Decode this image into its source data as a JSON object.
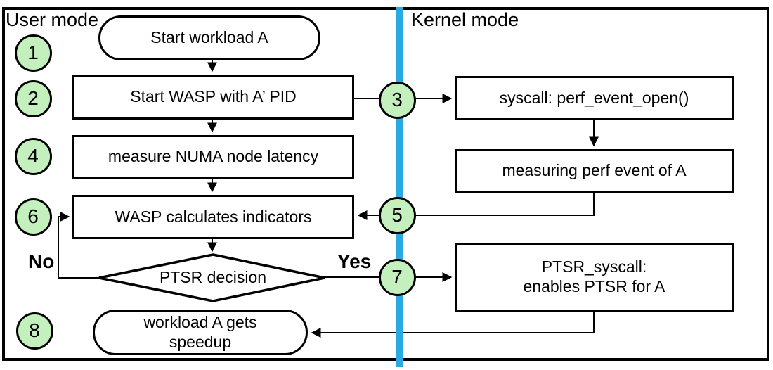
{
  "diagram": {
    "user_mode_label": "User mode",
    "kernel_mode_label": "Kernel mode",
    "no_label": "No",
    "yes_label": "Yes"
  },
  "nodes": {
    "start_workload": "Start workload A",
    "start_wasp": "Start WASP with A’ PID",
    "measure_numa": "measure NUMA node latency",
    "wasp_indicators": "WASP calculates indicators",
    "ptsr_decision": "PTSR decision",
    "workload_speedup_line1": "workload A gets",
    "workload_speedup_line2": "speedup",
    "syscall_open": "syscall: perf_event_open()",
    "measuring_perf": "measuring perf event of A",
    "ptsr_syscall_line1": "PTSR_syscall:",
    "ptsr_syscall_line2": "enables PTSR for A"
  },
  "step_badges": [
    "1",
    "2",
    "4",
    "6",
    "8",
    "3",
    "5",
    "7"
  ],
  "colors": {
    "badge_green": "#c3f0bd",
    "divider_blue": "#29abe2",
    "line_black": "#000000"
  }
}
